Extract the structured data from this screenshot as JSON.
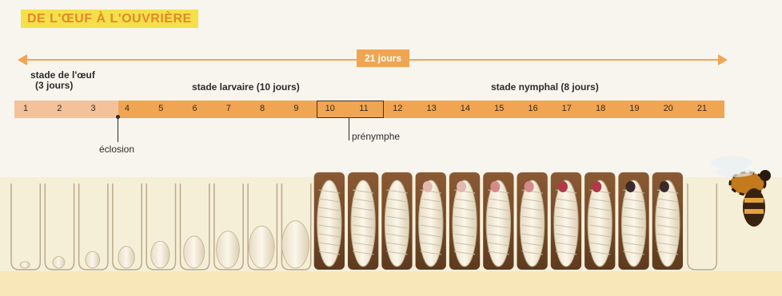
{
  "title": "DE L'ŒUF À L'OUVRIÈRE",
  "timeline": {
    "total_label": "21 jours",
    "stages": {
      "egg_line1": "stade de l'œuf",
      "egg_line2": "(3 jours)",
      "larva": "stade larvaire (10 jours)",
      "pupa": "stade nymphal (8 jours)"
    },
    "days": [
      "1",
      "2",
      "3",
      "4",
      "5",
      "6",
      "7",
      "8",
      "9",
      "10",
      "11",
      "12",
      "13",
      "14",
      "15",
      "16",
      "17",
      "18",
      "19",
      "20",
      "21"
    ]
  },
  "annotations": {
    "eclosion": "éclosion",
    "prenymph": "prénymphe"
  },
  "colors": {
    "title_bg": "#f3e04a",
    "title_text": "#e4872c",
    "timeline_orange": "#f0a553",
    "egg_stage": "#f4c29a",
    "cell_brown": "#7a4a2a",
    "larva": "#f1ead8"
  },
  "illustration": {
    "description_icon": "bee-icon"
  }
}
